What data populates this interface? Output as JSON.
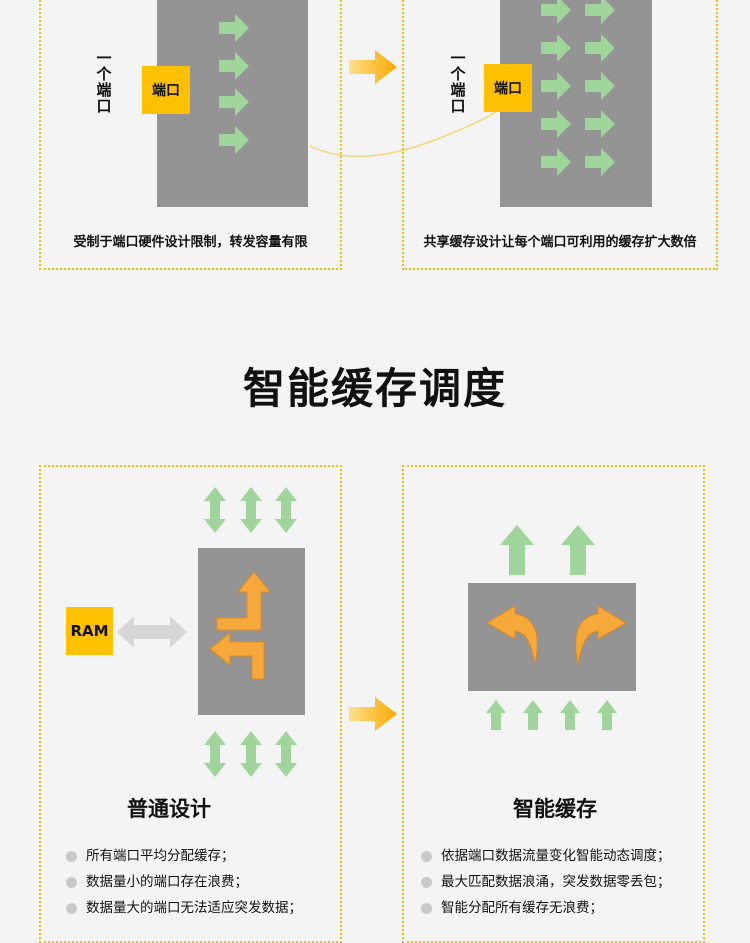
{
  "top_left": {
    "port_label": "端口",
    "vertical_label": "一个端口",
    "caption": "受制于端口硬件设计限制，转发容量有限"
  },
  "top_right": {
    "port_label": "端口",
    "vertical_label": "一个端口",
    "caption": "共享缓存设计让每个端口可利用的缓存扩大数倍"
  },
  "section_title": "智能缓存调度",
  "normal": {
    "ram_label": "RAM",
    "title": "普通设计",
    "bullets": [
      "所有端口平均分配缓存；",
      "数据量小的端口存在浪费；",
      "数据量大的端口无法适应突发数据；"
    ]
  },
  "smart": {
    "title": "智能缓存",
    "bullets": [
      "依据端口数据流量变化智能动态调度；",
      "最大匹配数据浪涌，突发数据零丢包；",
      "智能分配所有缓存无浪费；"
    ]
  },
  "colors": {
    "accent_yellow": "#ffc000",
    "arrow_green": "#9fd49a",
    "arrow_orange": "#f6a93a",
    "block_gray": "#949494",
    "panel_border": "#f2c200"
  }
}
